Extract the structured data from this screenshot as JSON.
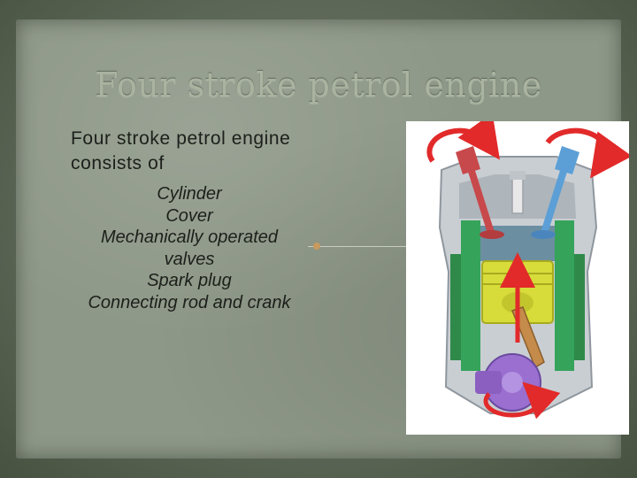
{
  "slide": {
    "title": "Four stroke petrol engine",
    "intro": "Four stroke petrol engine consists of",
    "components": [
      "Cylinder",
      "Cover",
      "Mechanically operated valves",
      "Spark plug",
      "Connecting rod and crank"
    ]
  },
  "colors": {
    "background": "#5c6656",
    "panel": "#8e9888",
    "title": "#a9b39f",
    "text": "#1c1f1a",
    "intake_valve": "#c8494b",
    "exhaust_valve": "#5b9fd6",
    "cylinder_wall": "#35a35a",
    "piston": "#d8dc3a",
    "crank": "#9a6fd0",
    "arrow": "#e22a2a"
  },
  "icons": [
    "engine-cutaway-illustration"
  ]
}
